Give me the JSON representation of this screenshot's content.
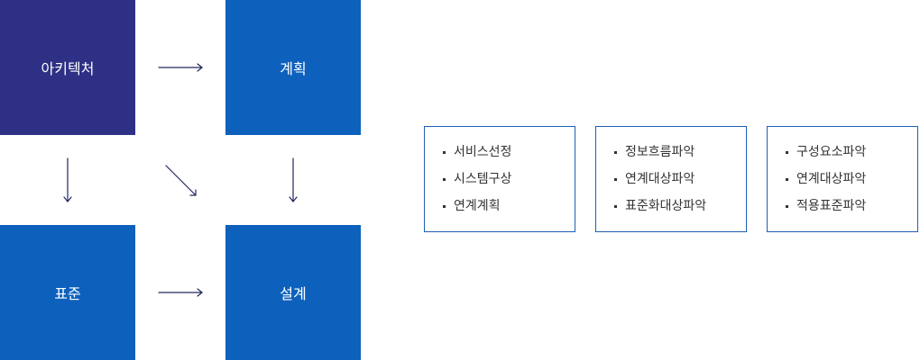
{
  "colors": {
    "architecture": "#2e3085",
    "blue": "#0d61bd",
    "arrow": "#23275e",
    "card_border": "#1f5fb5"
  },
  "boxes": {
    "architecture": "아키텍처",
    "planning": "계획",
    "standard": "표준",
    "design": "설계"
  },
  "cards": [
    {
      "items": [
        "서비스선정",
        "시스템구상",
        "연계계획"
      ]
    },
    {
      "items": [
        "정보흐름파악",
        "연계대상파악",
        "표준화대상파악"
      ]
    },
    {
      "items": [
        "구성요소파악",
        "연계대상파악",
        "적용표준파악"
      ]
    }
  ]
}
